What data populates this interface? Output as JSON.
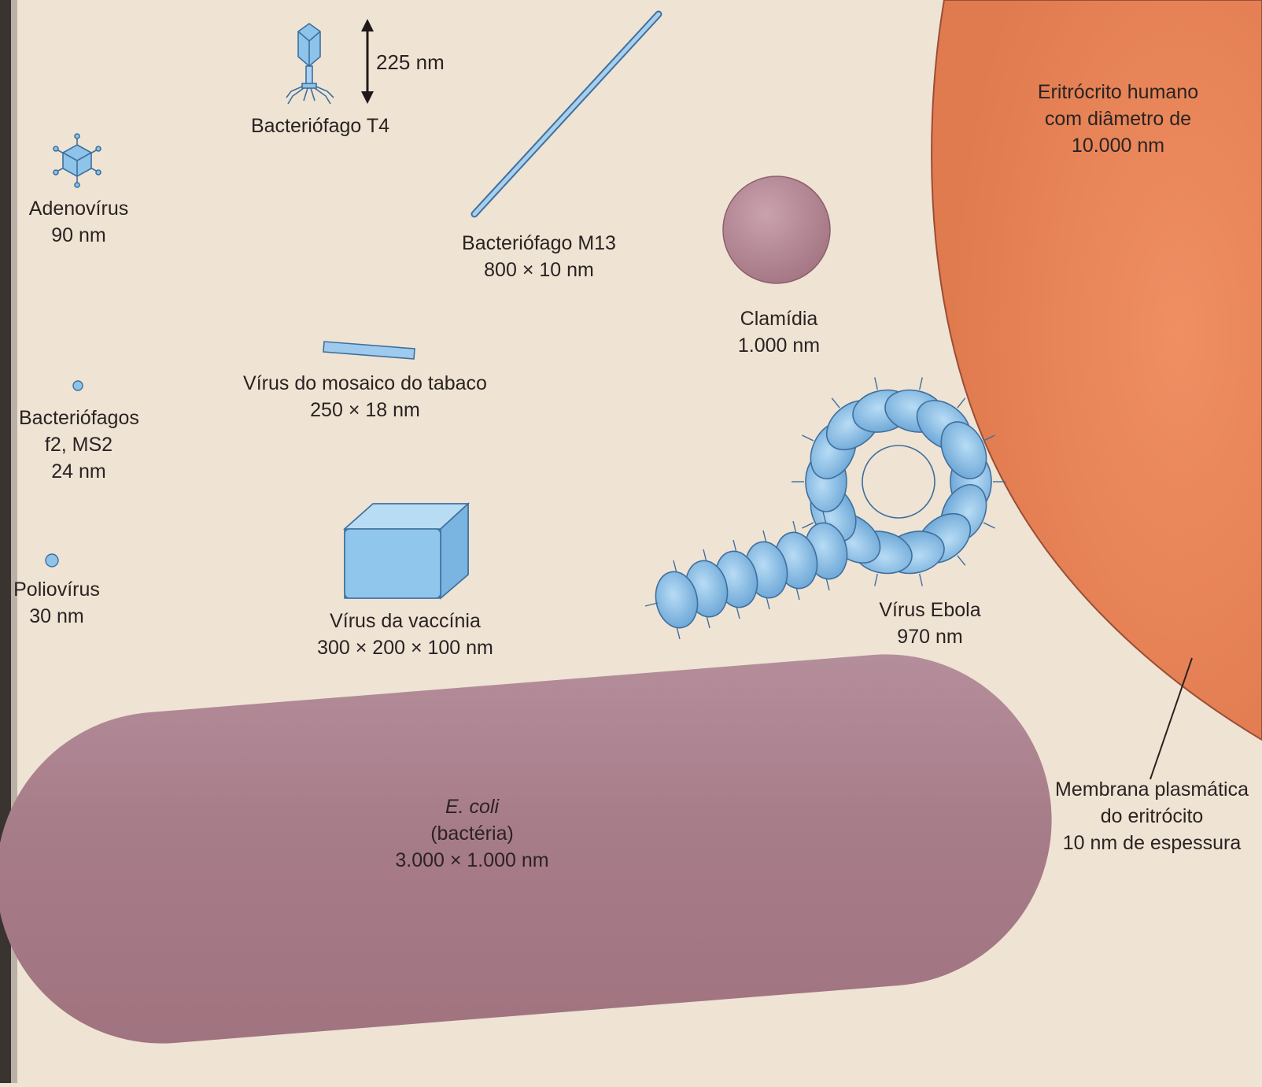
{
  "colors": {
    "background": "#efe3d4",
    "virus_blue": "#8fc4ea",
    "virus_outline": "#3f6f9d",
    "bacteria_mauve": "#a97d8b",
    "erythrocyte_orange": "#e8855a"
  },
  "labels": {
    "t4": {
      "size": "225 nm",
      "name": "Bacteriófago T4"
    },
    "adenovirus": {
      "name": "Adenovírus",
      "size": "90 nm"
    },
    "m13": {
      "name": "Bacteriófago M13",
      "size": "800 × 10 nm"
    },
    "erythrocyte": {
      "line1": "Eritrócrito humano",
      "line2": "com diâmetro de",
      "line3": "10.000 nm"
    },
    "chlamydia": {
      "name": "Clamídia",
      "size": "1.000 nm"
    },
    "tmv": {
      "name": "Vírus do mosaico do tabaco",
      "size": "250 × 18 nm"
    },
    "f2": {
      "line1": "Bacteriófagos",
      "line2": "f2, MS2",
      "line3": "24 nm"
    },
    "polio": {
      "name": "Poliovírus",
      "size": "30 nm"
    },
    "vaccinia": {
      "name": "Vírus da vaccínia",
      "size": "300 × 200 × 100 nm"
    },
    "ebola": {
      "name": "Vírus Ebola",
      "size": "970 nm"
    },
    "ecoli": {
      "name": "E. coli",
      "kind": "(bactéria)",
      "size": "3.000 × 1.000 nm"
    },
    "membrane": {
      "line1": "Membrana plasmática",
      "line2": "do eritrócito",
      "line3": "10 nm de espessura"
    }
  }
}
